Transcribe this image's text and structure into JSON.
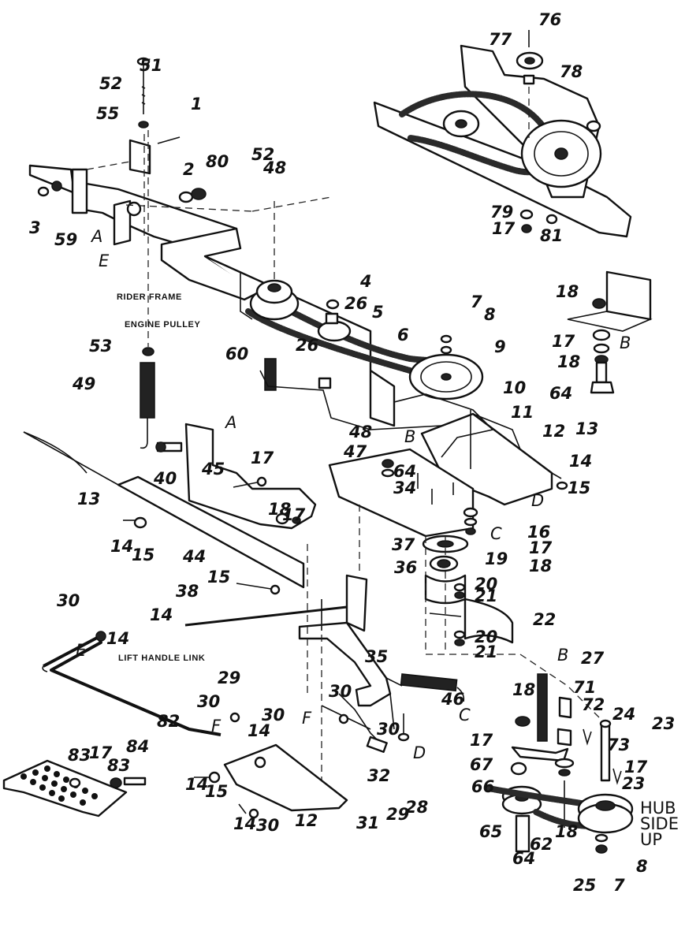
{
  "captions": {
    "rider_frame": "RIDER FRAME",
    "engine_pulley": "ENGINE PULLEY",
    "lift_handle_link": "LIFT HANDLE LINK",
    "hub_line1": "HUB",
    "hub_line2": "SIDE",
    "hub_line3": "UP"
  },
  "callouts": [
    {
      "id": "c76",
      "text": "76"
    },
    {
      "id": "c77",
      "text": "77"
    },
    {
      "id": "c78",
      "text": "78"
    },
    {
      "id": "c79",
      "text": "79"
    },
    {
      "id": "c17a",
      "text": "17"
    },
    {
      "id": "c81",
      "text": "81"
    },
    {
      "id": "c51",
      "text": "51"
    },
    {
      "id": "c52a",
      "text": "52"
    },
    {
      "id": "c55",
      "text": "55"
    },
    {
      "id": "c1",
      "text": "1"
    },
    {
      "id": "c2",
      "text": "2"
    },
    {
      "id": "c80",
      "text": "80"
    },
    {
      "id": "c52b",
      "text": "52"
    },
    {
      "id": "c48a",
      "text": "48"
    },
    {
      "id": "c3",
      "text": "3"
    },
    {
      "id": "c59",
      "text": "59"
    },
    {
      "id": "cA1",
      "text": "A"
    },
    {
      "id": "cE1",
      "text": "E"
    },
    {
      "id": "c4",
      "text": "4"
    },
    {
      "id": "c26a",
      "text": "26"
    },
    {
      "id": "c5",
      "text": "5"
    },
    {
      "id": "c7a",
      "text": "7"
    },
    {
      "id": "c8a",
      "text": "8"
    },
    {
      "id": "c6",
      "text": "6"
    },
    {
      "id": "c9",
      "text": "9"
    },
    {
      "id": "c60",
      "text": "60"
    },
    {
      "id": "c53",
      "text": "53"
    },
    {
      "id": "c49",
      "text": "49"
    },
    {
      "id": "c26b",
      "text": "26"
    },
    {
      "id": "c18a",
      "text": "18"
    },
    {
      "id": "c17b",
      "text": "17"
    },
    {
      "id": "cB1",
      "text": "B"
    },
    {
      "id": "c18b",
      "text": "18"
    },
    {
      "id": "c64a",
      "text": "64"
    },
    {
      "id": "c10",
      "text": "10"
    },
    {
      "id": "c11",
      "text": "11"
    },
    {
      "id": "cA2",
      "text": "A"
    },
    {
      "id": "c48b",
      "text": "48"
    },
    {
      "id": "cB2",
      "text": "B"
    },
    {
      "id": "c47",
      "text": "47"
    },
    {
      "id": "c64b",
      "text": "64"
    },
    {
      "id": "c34",
      "text": "34"
    },
    {
      "id": "c12a",
      "text": "12"
    },
    {
      "id": "c13a",
      "text": "13"
    },
    {
      "id": "c14a",
      "text": "14"
    },
    {
      "id": "c15a",
      "text": "15"
    },
    {
      "id": "cD1",
      "text": "D"
    },
    {
      "id": "c16",
      "text": "16"
    },
    {
      "id": "cC1",
      "text": "C"
    },
    {
      "id": "c17c",
      "text": "17"
    },
    {
      "id": "c18c",
      "text": "18"
    },
    {
      "id": "c40",
      "text": "40"
    },
    {
      "id": "c45",
      "text": "45"
    },
    {
      "id": "c17d",
      "text": "17"
    },
    {
      "id": "c13b",
      "text": "13"
    },
    {
      "id": "c18d",
      "text": "18"
    },
    {
      "id": "c17e",
      "text": "17"
    },
    {
      "id": "c37",
      "text": "37"
    },
    {
      "id": "c36",
      "text": "36"
    },
    {
      "id": "c19",
      "text": "19"
    },
    {
      "id": "c14b",
      "text": "14"
    },
    {
      "id": "c15b",
      "text": "15"
    },
    {
      "id": "c44",
      "text": "44"
    },
    {
      "id": "c20a",
      "text": "20"
    },
    {
      "id": "c21a",
      "text": "21"
    },
    {
      "id": "c15c",
      "text": "15"
    },
    {
      "id": "c38",
      "text": "38"
    },
    {
      "id": "c22",
      "text": "22"
    },
    {
      "id": "c30a",
      "text": "30"
    },
    {
      "id": "c14c",
      "text": "14"
    },
    {
      "id": "c14d",
      "text": "14"
    },
    {
      "id": "cE2",
      "text": "E"
    },
    {
      "id": "c20b",
      "text": "20"
    },
    {
      "id": "c21b",
      "text": "21"
    },
    {
      "id": "c35",
      "text": "35"
    },
    {
      "id": "cB3",
      "text": "B"
    },
    {
      "id": "c27",
      "text": "27"
    },
    {
      "id": "c46",
      "text": "46"
    },
    {
      "id": "cC2",
      "text": "C"
    },
    {
      "id": "c29a",
      "text": "29"
    },
    {
      "id": "c30b",
      "text": "30"
    },
    {
      "id": "c82",
      "text": "82"
    },
    {
      "id": "cF1",
      "text": "F"
    },
    {
      "id": "c30c",
      "text": "30"
    },
    {
      "id": "cF2",
      "text": "F"
    },
    {
      "id": "c30d",
      "text": "30"
    },
    {
      "id": "c30e",
      "text": "30"
    },
    {
      "id": "c18e",
      "text": "18"
    },
    {
      "id": "c71",
      "text": "71"
    },
    {
      "id": "c72",
      "text": "72"
    },
    {
      "id": "c24",
      "text": "24"
    },
    {
      "id": "c23a",
      "text": "23"
    },
    {
      "id": "c14e",
      "text": "14"
    },
    {
      "id": "cD2",
      "text": "D"
    },
    {
      "id": "c17f",
      "text": "17"
    },
    {
      "id": "c73",
      "text": "73"
    },
    {
      "id": "c83a",
      "text": "83"
    },
    {
      "id": "c17g",
      "text": "17"
    },
    {
      "id": "c83b",
      "text": "83"
    },
    {
      "id": "c84",
      "text": "84"
    },
    {
      "id": "c67",
      "text": "67"
    },
    {
      "id": "c17h",
      "text": "17"
    },
    {
      "id": "c23b",
      "text": "23"
    },
    {
      "id": "c32",
      "text": "32"
    },
    {
      "id": "c28",
      "text": "28"
    },
    {
      "id": "c66",
      "text": "66"
    },
    {
      "id": "c14f",
      "text": "14"
    },
    {
      "id": "c15d",
      "text": "15"
    },
    {
      "id": "c29b",
      "text": "29"
    },
    {
      "id": "c31",
      "text": "31"
    },
    {
      "id": "c14g",
      "text": "14"
    },
    {
      "id": "c30f",
      "text": "30"
    },
    {
      "id": "c12b",
      "text": "12"
    },
    {
      "id": "c65",
      "text": "65"
    },
    {
      "id": "c62",
      "text": "62"
    },
    {
      "id": "c18f",
      "text": "18"
    },
    {
      "id": "c8b",
      "text": "8"
    },
    {
      "id": "c64c",
      "text": "64"
    },
    {
      "id": "c25",
      "text": "25"
    },
    {
      "id": "c7b",
      "text": "7"
    }
  ]
}
